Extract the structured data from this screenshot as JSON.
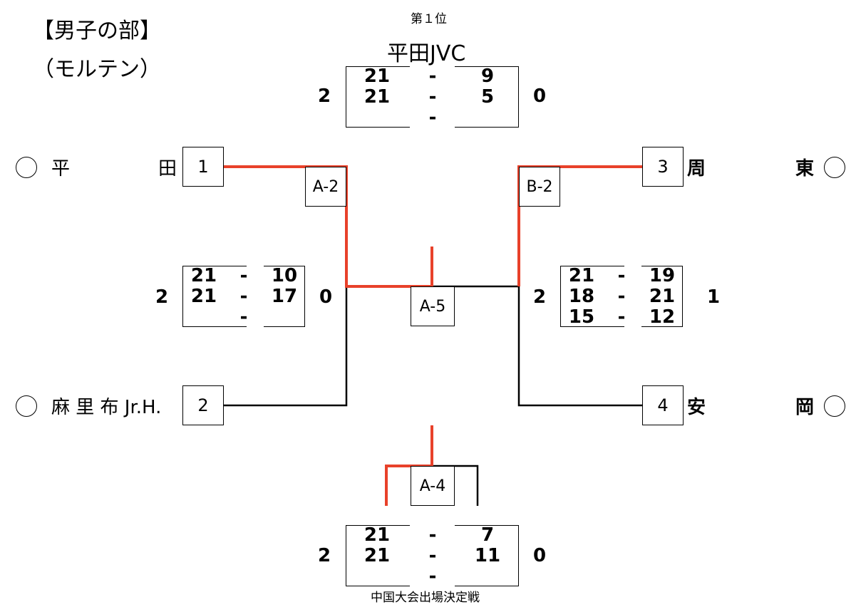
{
  "header": {
    "title_line1": "【男子の部】",
    "title_line2": "（モルテン）",
    "first_place_label": "第１位",
    "champion": "平田JVC",
    "footer_caption": "中国大会出場決定戦"
  },
  "teams": {
    "t1": {
      "name_left": "平",
      "name_right": "田",
      "seed": "1"
    },
    "t2": {
      "name": "麻 里 布 Jr.H.",
      "seed": "2"
    },
    "t3": {
      "name_left": "周",
      "name_right": "東",
      "seed": "3"
    },
    "t4": {
      "name_left": "安",
      "name_right": "岡",
      "seed": "4"
    }
  },
  "matches": {
    "a2": {
      "label": "A-2"
    },
    "b2": {
      "label": "B-2"
    },
    "a5": {
      "label": "A-5"
    },
    "a4": {
      "label": "A-4"
    }
  },
  "scores": {
    "final": {
      "left_total": "2",
      "right_total": "0",
      "left": [
        "21",
        "21",
        ""
      ],
      "sep": [
        "-",
        "-",
        "-"
      ],
      "right": [
        "9",
        "5",
        ""
      ]
    },
    "semi_left": {
      "left_total": "2",
      "right_total": "0",
      "left": [
        "21",
        "21",
        ""
      ],
      "sep": [
        "-",
        "-",
        "-"
      ],
      "right": [
        "10",
        "17",
        ""
      ]
    },
    "semi_right": {
      "left_total": "2",
      "right_total": "1",
      "left": [
        "21",
        "18",
        "15"
      ],
      "sep": [
        "-",
        "-",
        "-"
      ],
      "right": [
        "19",
        "21",
        "12"
      ]
    },
    "bottom": {
      "left_total": "2",
      "right_total": "0",
      "left": [
        "21",
        "21",
        ""
      ],
      "sep": [
        "-",
        "-",
        "-"
      ],
      "right": [
        "7",
        "11",
        ""
      ]
    }
  },
  "colors": {
    "winner_line": "#e8412a",
    "line": "#000000"
  }
}
